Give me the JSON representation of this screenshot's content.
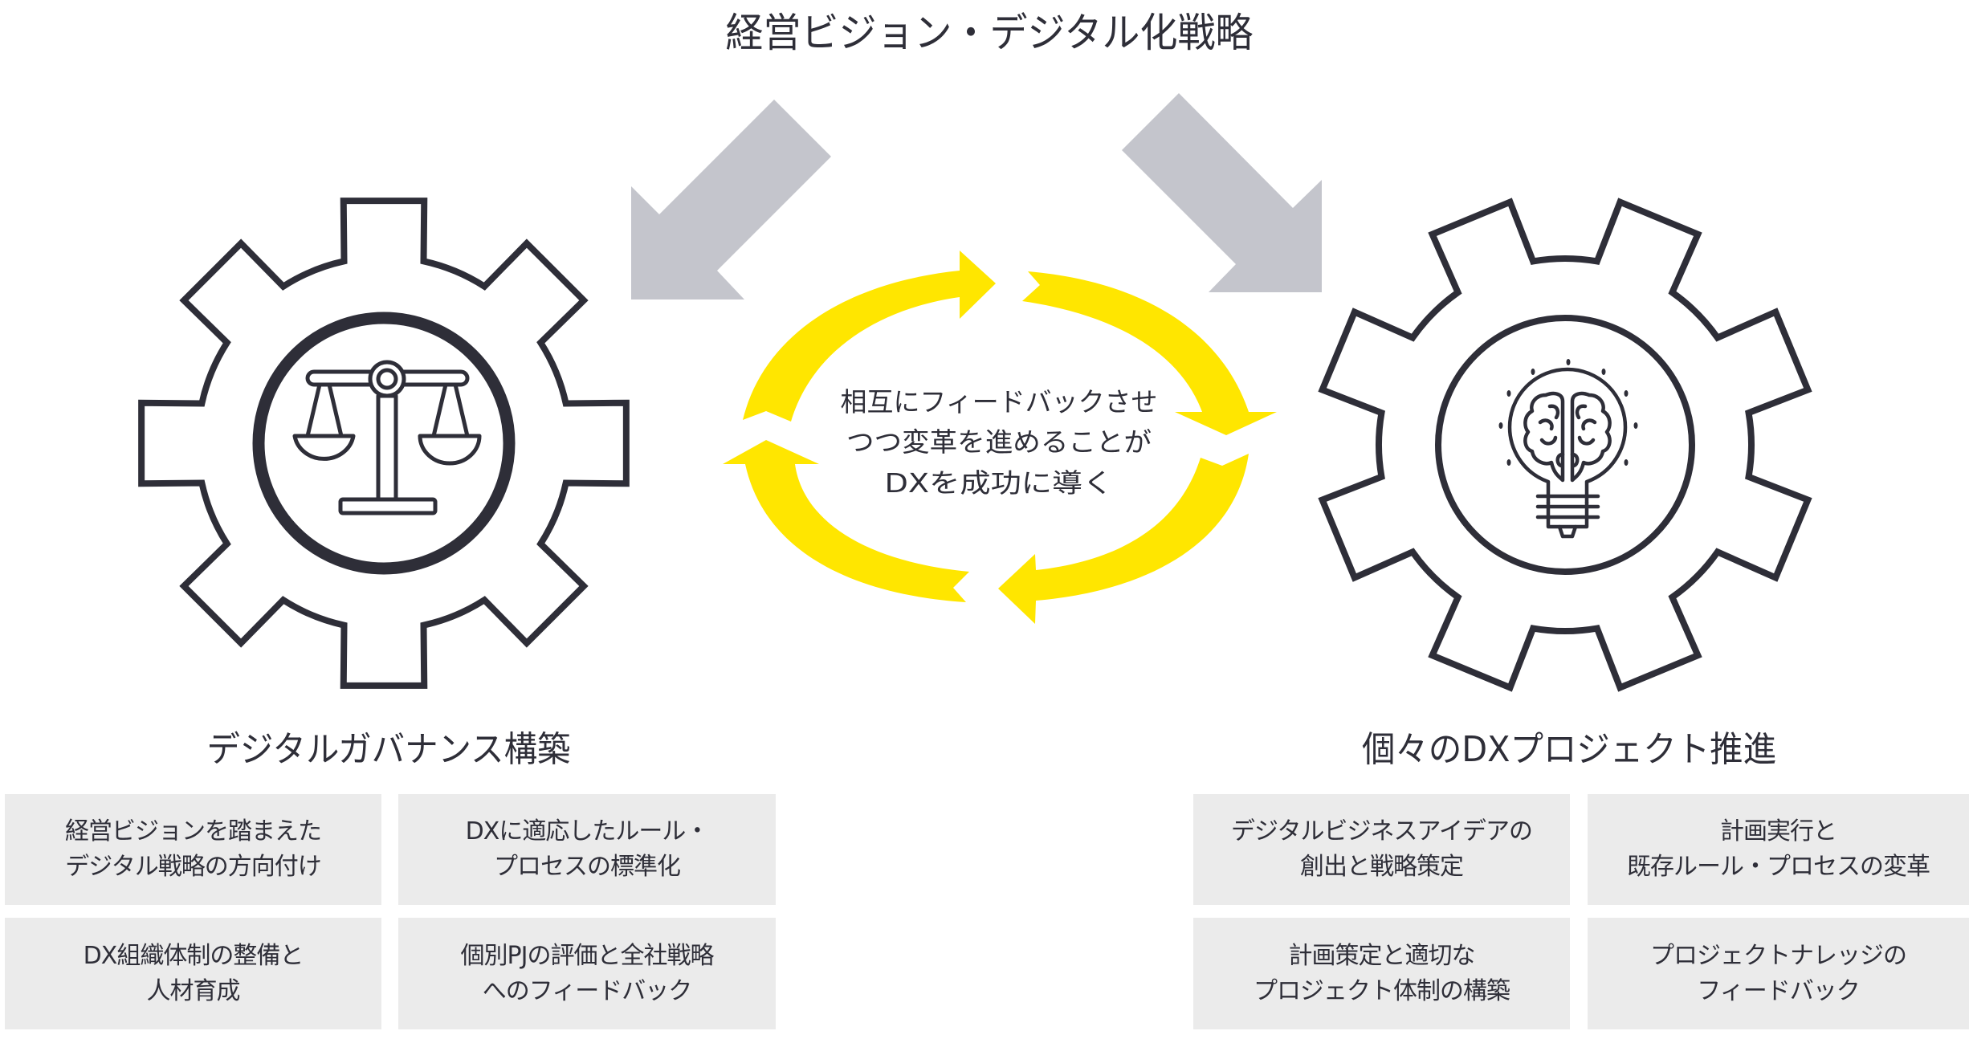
{
  "title": "経営ビジョン・デジタル化戦略",
  "colors": {
    "ink": "#2e2e38",
    "arrow_gray": "#c4c5cc",
    "cycle_yellow": "#ffe600",
    "box_bg": "#ebebeb"
  },
  "center_message": {
    "lines": [
      "相互にフィードバックさせ",
      "つつ変革を進めることが",
      "DXを成功に導く"
    ]
  },
  "left_section": {
    "label": "デジタルガバナンス構築",
    "icon": "scales-of-justice-icon",
    "boxes": [
      {
        "lines": [
          "経営ビジョンを踏まえた",
          "デジタル戦略の方向付け"
        ]
      },
      {
        "lines": [
          "DXに適応したルール・",
          "プロセスの標準化"
        ]
      },
      {
        "lines": [
          "DX組織体制の整備と",
          "人材育成"
        ]
      },
      {
        "lines": [
          "個別PJの評価と全社戦略",
          "へのフィードバック"
        ]
      }
    ]
  },
  "right_section": {
    "label": "個々のDXプロジェクト推進",
    "icon": "brain-lightbulb-icon",
    "boxes": [
      {
        "lines": [
          "デジタルビジネスアイデアの",
          "創出と戦略策定"
        ]
      },
      {
        "lines": [
          "計画実行と",
          "既存ルール・プロセスの変革"
        ]
      },
      {
        "lines": [
          "計画策定と適切な",
          "プロジェクト体制の構築"
        ]
      },
      {
        "lines": [
          "プロジェクトナレッジの",
          "フィードバック"
        ]
      }
    ]
  }
}
